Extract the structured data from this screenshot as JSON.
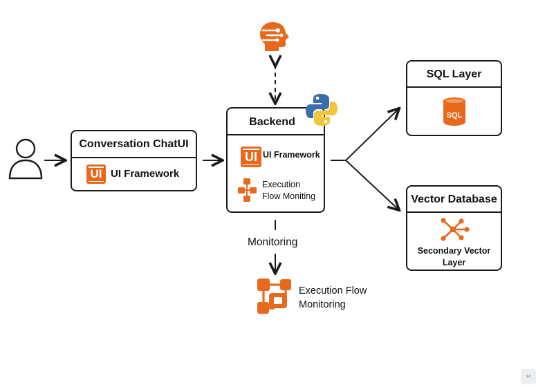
{
  "user": {
    "icon": "user-icon"
  },
  "chat_box": {
    "title": "Conversation ChatUI",
    "badge": "UI",
    "item": "UI Framework"
  },
  "backend_box": {
    "title": "Backend",
    "badge": "UI",
    "item_framework": "UI Framework",
    "item_exec_line1": "Execution",
    "item_exec_line2": "Flow Moniting"
  },
  "ai_icon": {
    "icon": "ai-head-icon"
  },
  "python_icon": {
    "icon": "python-logo-icon"
  },
  "sql_box": {
    "title": "SQL Layer",
    "db_label": "SQL"
  },
  "vector_box": {
    "title": "Vector Database",
    "label_line1": "Secondary Vector",
    "label_line2": "Layer"
  },
  "monitoring": {
    "label": "Monitoring",
    "exec_line1": "Execution Flow",
    "exec_line2": "Monitoring"
  },
  "corner_glyph": "›‹",
  "colors": {
    "accent": "#e8691c",
    "stroke": "#1a1a1a",
    "python_blue": "#3a6ea8",
    "python_yellow": "#f2c53d"
  }
}
